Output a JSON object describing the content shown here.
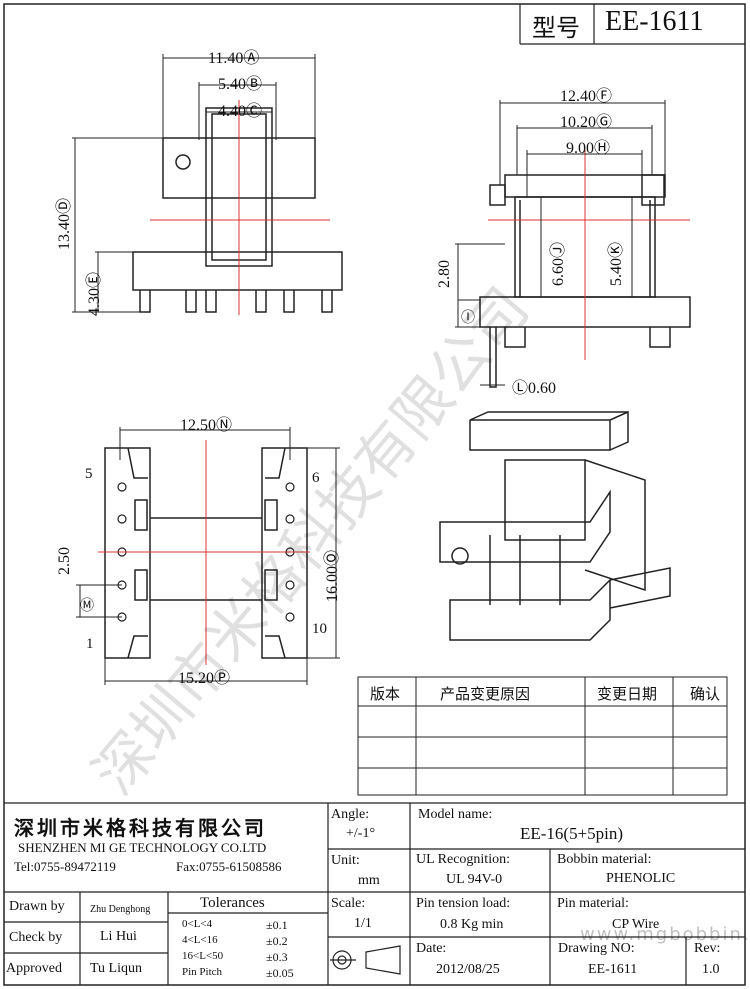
{
  "title_block": {
    "type_label": "型号",
    "model_code": "EE-1611"
  },
  "dimensions": {
    "A": "11.40Ⓐ",
    "B": "5.40Ⓑ",
    "C": "4.40Ⓒ",
    "D": "13.40Ⓓ",
    "E": "4.30Ⓔ",
    "F": "12.40Ⓕ",
    "G": "10.20Ⓖ",
    "H": "9.00Ⓗ",
    "I_height": "2.80",
    "I_mark": "Ⓘ",
    "J": "6.60Ⓙ",
    "K": "5.40Ⓚ",
    "L": "Ⓛ0.60",
    "N": "12.50Ⓝ",
    "O": "16.00Ⓞ",
    "M": "2.50",
    "M_mark": "Ⓜ",
    "P": "15.20Ⓟ"
  },
  "pin_labels": {
    "p5": "5",
    "p6": "6",
    "p1": "1",
    "p10": "10"
  },
  "revision_table": {
    "headers": [
      "版本",
      "产品变更原因",
      "变更日期",
      "确认"
    ],
    "rows": [
      [
        "",
        "",
        "",
        ""
      ],
      [
        "",
        "",
        "",
        ""
      ],
      [
        "",
        "",
        "",
        ""
      ]
    ]
  },
  "company": {
    "name_cn": "深圳市米格科技有限公司",
    "name_en": "SHENZHEN  MI GE TECHNOLOGY  CO.LTD",
    "tel": "Tel:0755-89472119",
    "fax": "Fax:0755-61508586"
  },
  "signoff": {
    "drawn_by_label": "Drawn by",
    "drawn_by": "Zhu Denghong",
    "check_by_label": "Check by",
    "check_by": "Li Hui",
    "approved_label": "Approved",
    "approved": "Tu Liqun"
  },
  "tolerances": {
    "title": "Tolerances",
    "rows": [
      {
        "range": "0<L<4",
        "value": "±0.1"
      },
      {
        "range": "4<L<16",
        "value": "±0.2"
      },
      {
        "range": "16<L<50",
        "value": "±0.3"
      },
      {
        "range": "Pin Pitch",
        "value": "±0.05"
      }
    ]
  },
  "specs": {
    "angle_label": "Angle:",
    "angle_value": "+/-1°",
    "unit_label": "Unit:",
    "unit_value": "mm",
    "scale_label": "Scale:",
    "scale_value": "1/1",
    "model_label": "Model name:",
    "model_value": "EE-16(5+5pin)",
    "ul_label": "UL Recognition:",
    "ul_value": "UL 94V-0",
    "bobbin_label": "Bobbin material:",
    "bobbin_value": "PHENOLIC",
    "tension_label": "Pin tension load:",
    "tension_value": "0.8 Kg min",
    "pin_mat_label": "Pin material:",
    "pin_mat_value": "CP Wire",
    "date_label": "Date:",
    "date_value": "2012/08/25",
    "drawing_label": "Drawing NO:",
    "drawing_value": "EE-1611",
    "rev_label": "Rev:",
    "rev_value": "1.0"
  },
  "watermark": {
    "text": "深圳市米格科技有限公司",
    "url": "www.mgbobbin.com"
  }
}
